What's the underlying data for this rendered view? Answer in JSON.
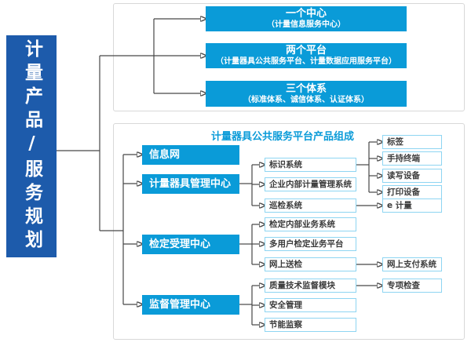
{
  "root": {
    "label": "计量产品/服务规划"
  },
  "top": {
    "boxes": [
      {
        "title": "一个中心",
        "subtitle": "（计量信息服务中心）"
      },
      {
        "title": "两个平台",
        "subtitle": "（计量器具公共服务平台、计量数据应用服务平台）"
      },
      {
        "title": "三个体系",
        "subtitle": "（标准体系、诚信体系、认证体系）"
      }
    ]
  },
  "bottom": {
    "title": "计量器具公共服务平台产品组成",
    "centers": [
      {
        "label": "信息网"
      },
      {
        "label": "计量器具管理中心"
      },
      {
        "label": "检定受理中心"
      },
      {
        "label": "监督管理中心"
      }
    ],
    "modules": [
      {
        "label": "标识系统"
      },
      {
        "label": "企业内部计量管理系统"
      },
      {
        "label": "巡检系统"
      },
      {
        "label": "检定内部业务系统"
      },
      {
        "label": "多用户检定业务平台"
      },
      {
        "label": "网上送检"
      },
      {
        "label": "质量技术监督模块"
      },
      {
        "label": "安全管理"
      },
      {
        "label": "节能监察"
      }
    ],
    "products": [
      {
        "label": "标签"
      },
      {
        "label": "手持终端"
      },
      {
        "label": "读写设备"
      },
      {
        "label": "打印设备"
      },
      {
        "label": "e 计量"
      },
      {
        "label": "网上支付系统"
      },
      {
        "label": "专项检查"
      }
    ]
  },
  "colors": {
    "accent_blue": "#0a9bd8",
    "dark_blue": "#1d5bab",
    "panel_border": "#d8d8d8",
    "node_border": "#8ed5f2",
    "line": "#474747",
    "node_text": "#3c3c3c"
  }
}
